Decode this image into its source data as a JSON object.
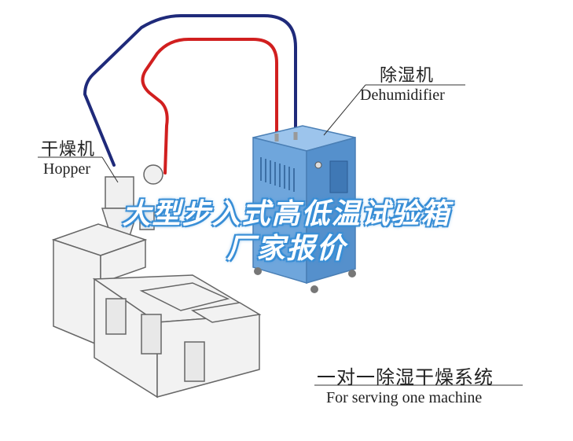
{
  "labels": {
    "dehumidifier_cn": "除湿机",
    "dehumidifier_en": "Dehumidifier",
    "hopper_cn": "干燥机",
    "hopper_en": "Hopper",
    "system_cn": "一对一除湿干燥系统",
    "system_en": "For serving one machine"
  },
  "overlay": {
    "line1": "大型步入式高低温试验箱",
    "line2": "厂家报价"
  },
  "colors": {
    "pipe_blue": "#1f2a7a",
    "pipe_red": "#d11f1f",
    "dehumidifier_body": "#6fa6dc",
    "machine_body": "#efefef",
    "outline": "#555555",
    "overlay_glow": "#3a8fd6"
  }
}
